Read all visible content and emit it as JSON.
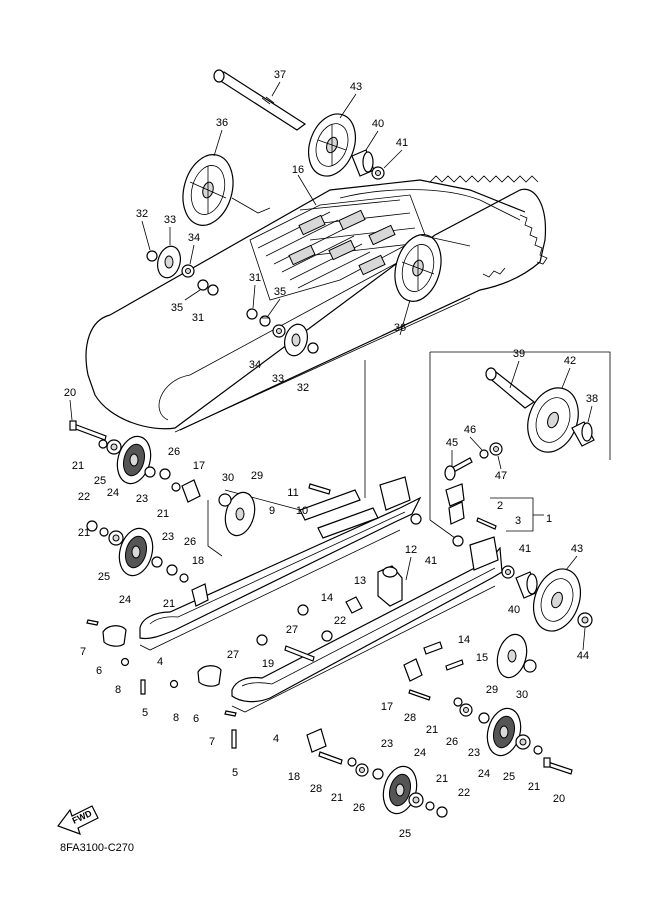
{
  "diagram_code": "8FA3100-C270",
  "fwd_label": "FWD",
  "fwd_icon": "forward-arrow-icon",
  "callouts": {
    "c1": "1",
    "c2": "2",
    "c3": "3",
    "c4a": "4",
    "c4b": "4",
    "c5a": "5",
    "c5b": "5",
    "c6a": "6",
    "c6b": "6",
    "c7a": "7",
    "c7b": "7",
    "c8a": "8",
    "c8b": "8",
    "c9": "9",
    "c10": "10",
    "c11": "11",
    "c12": "12",
    "c13": "13",
    "c14a": "14",
    "c14b": "14",
    "c15": "15",
    "c16": "16",
    "c17a": "17",
    "c17b": "17",
    "c18a": "18",
    "c18b": "18",
    "c19": "19",
    "c20a": "20",
    "c20b": "20",
    "c21a": "21",
    "c21b": "21",
    "c21c": "21",
    "c21d": "21",
    "c21e": "21",
    "c21f": "21",
    "c21g": "21",
    "c21h": "21",
    "c22a": "22",
    "c22b": "22",
    "c22c": "22",
    "c23a": "23",
    "c23b": "23",
    "c23c": "23",
    "c23d": "23",
    "c24a": "24",
    "c24b": "24",
    "c24c": "24",
    "c24d": "24",
    "c25a": "25",
    "c25b": "25",
    "c25c": "25",
    "c25d": "25",
    "c26a": "26",
    "c26b": "26",
    "c26c": "26",
    "c26d": "26",
    "c27a": "27",
    "c27b": "27",
    "c28a": "28",
    "c28b": "28",
    "c29a": "29",
    "c29b": "29",
    "c30a": "30",
    "c30b": "30",
    "c31a": "31",
    "c31b": "31",
    "c32a": "32",
    "c32b": "32",
    "c33a": "33",
    "c33b": "33",
    "c34a": "34",
    "c34b": "34",
    "c35a": "35",
    "c35b": "35",
    "c36a": "36",
    "c36b": "36",
    "c37": "37",
    "c38": "38",
    "c39": "39",
    "c40a": "40",
    "c40b": "40",
    "c41a": "41",
    "c41b": "41",
    "c41c": "41",
    "c42": "42",
    "c43a": "43",
    "c43b": "43",
    "c44": "44",
    "c45": "45",
    "c46": "46",
    "c47": "47"
  }
}
